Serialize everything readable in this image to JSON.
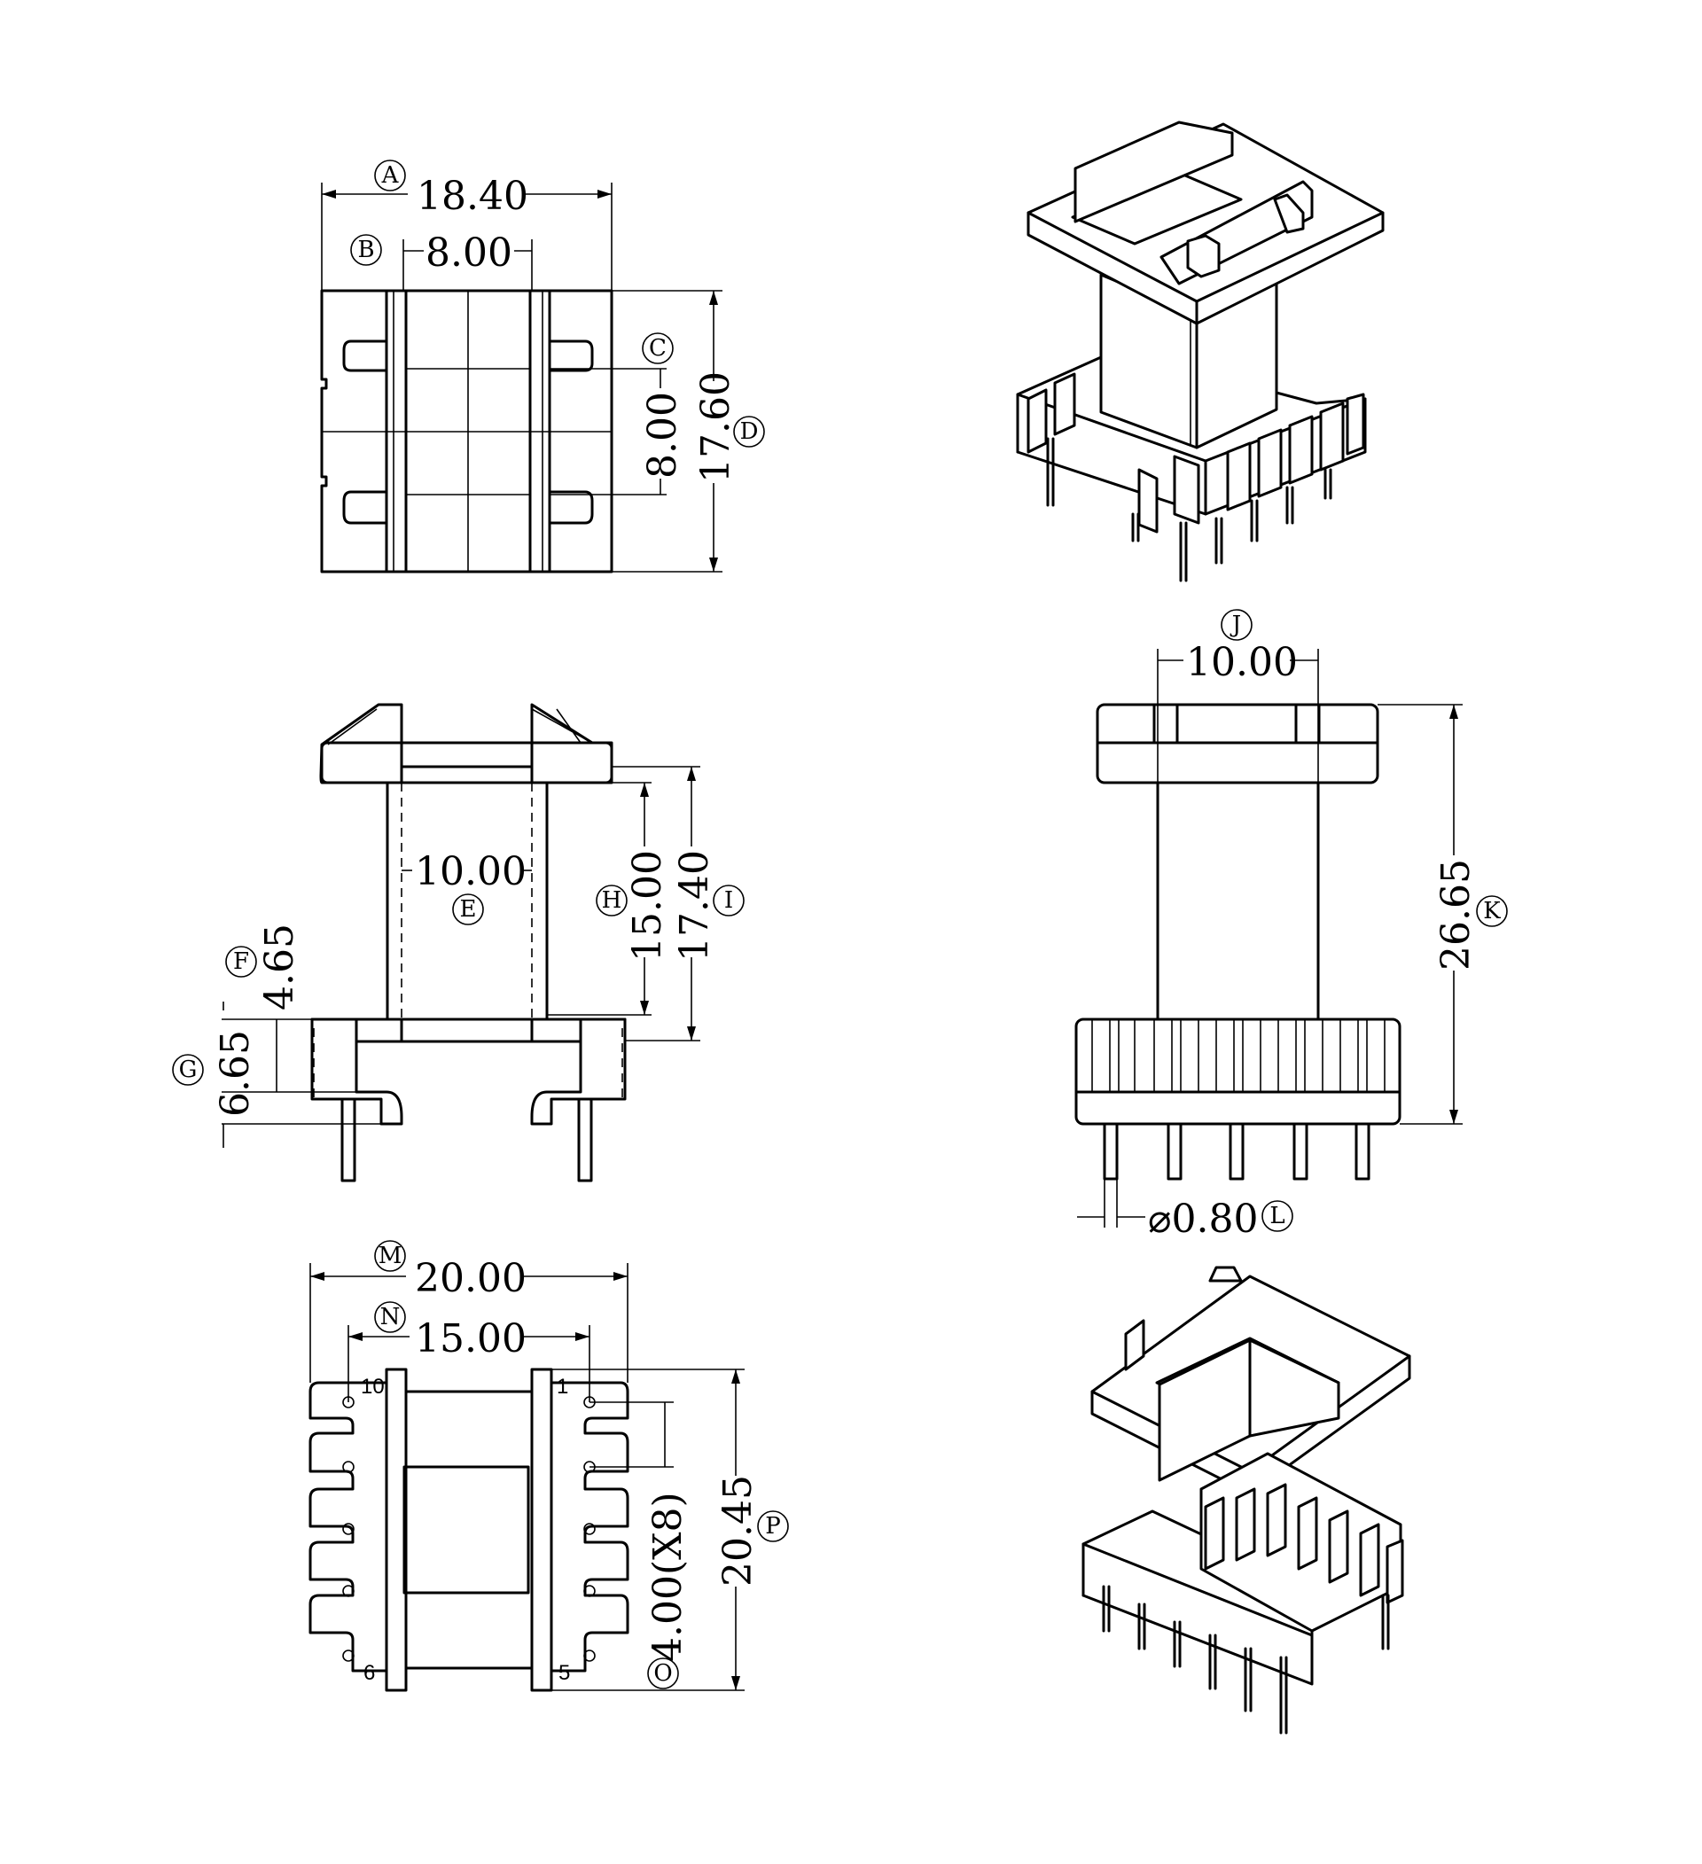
{
  "views": {
    "top": {
      "A": {
        "label": "A",
        "value": "18.40"
      },
      "B": {
        "label": "B",
        "value": "8.00"
      },
      "C": {
        "label": "C",
        "value": "8.00"
      },
      "D": {
        "label": "D",
        "value": "17.60"
      }
    },
    "front": {
      "E": {
        "label": "E",
        "value": "10.00"
      },
      "F": {
        "label": "F",
        "value": "4.65"
      },
      "G": {
        "label": "G",
        "value": "6.65"
      },
      "H": {
        "label": "H",
        "value": "15.00"
      },
      "I": {
        "label": "I",
        "value": "17.40"
      }
    },
    "side": {
      "J": {
        "label": "J",
        "value": "10.00"
      },
      "K": {
        "label": "K",
        "value": "26.65"
      },
      "L": {
        "label": "L",
        "value": "⌀0.80"
      }
    },
    "bottom": {
      "M": {
        "label": "M",
        "value": "20.00"
      },
      "N": {
        "label": "N",
        "value": "15.00"
      },
      "O": {
        "label": "O",
        "value": "4.00(X8)"
      },
      "P": {
        "label": "P",
        "value": "20.45"
      },
      "pins": {
        "p10": "10",
        "p1": "1",
        "p6": "6",
        "p5": "5"
      }
    }
  }
}
